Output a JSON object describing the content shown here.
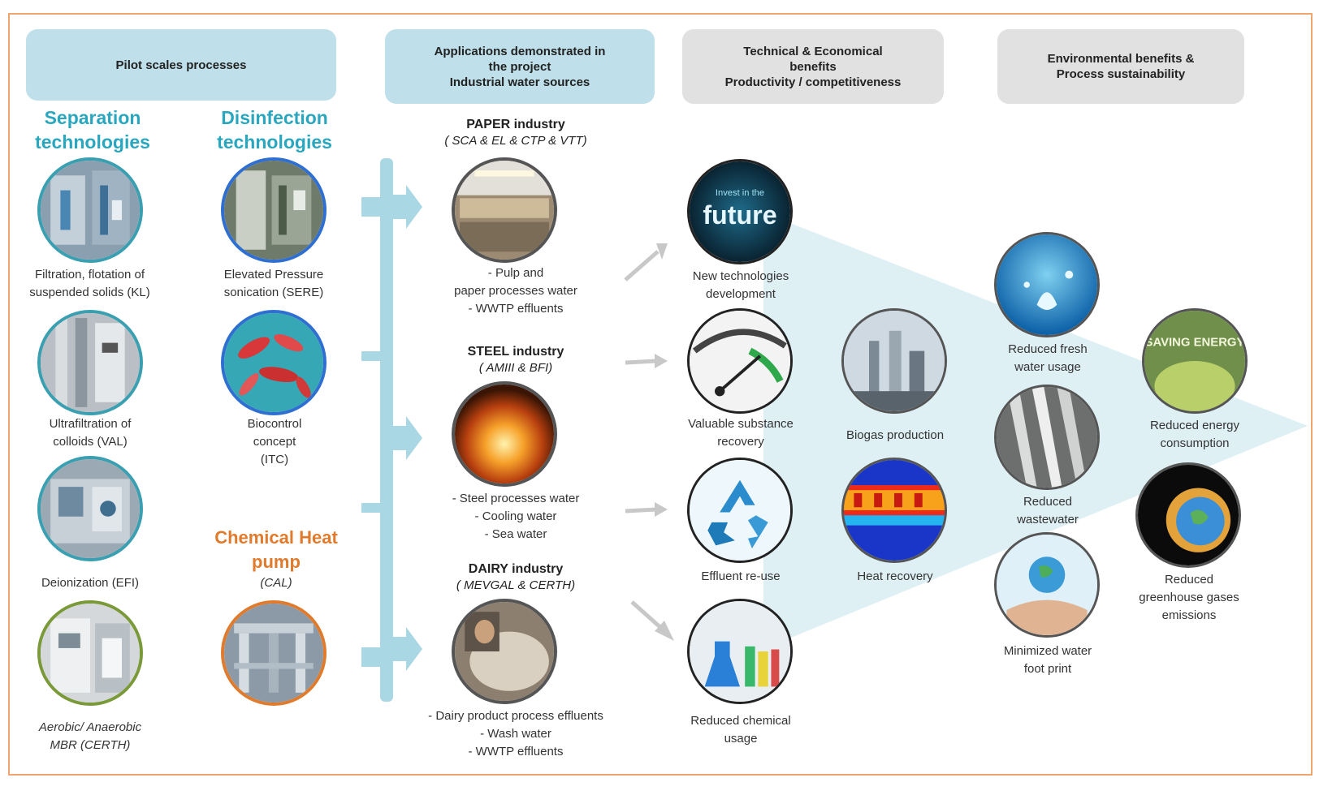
{
  "headers": {
    "pilot": "Pilot scales processes",
    "applications": [
      "Applications demonstrated in",
      "the project",
      "Industrial water sources"
    ],
    "technical": [
      "Technical & Economical",
      "benefits",
      "Productivity / competitiveness"
    ],
    "environmental": [
      "Environmental benefits &",
      "Process sustainability"
    ]
  },
  "columns": {
    "separation": [
      "Separation",
      "technologies"
    ],
    "disinfection": [
      "Disinfection",
      "technologies"
    ],
    "heat_pump": [
      "Chemical Heat",
      "pump"
    ],
    "heat_pump_partner": "(CAL)"
  },
  "separation_items": [
    {
      "label": [
        "Filtration, flotation of",
        "suspended solids (KL)"
      ],
      "icon": "filtration-plant-photo"
    },
    {
      "label": [
        "Ultrafiltration of",
        "colloids (VAL)"
      ],
      "icon": "ultrafiltration-unit-photo"
    },
    {
      "label": [
        "Deionization (EFI)"
      ],
      "icon": "deionization-unit-photo"
    },
    {
      "label": [
        "Aerobic/ Anaerobic",
        "MBR (CERTH)"
      ],
      "icon": "mbr-unit-photo"
    }
  ],
  "disinfection_items": [
    {
      "label": [
        "Elevated Pressure",
        "sonication (SERE)"
      ],
      "icon": "sonication-unit-photo"
    },
    {
      "label": [
        "Biocontrol",
        "concept",
        "(ITC)"
      ],
      "icon": "bacteria-photo"
    },
    {
      "label": [],
      "icon": "heat-pump-unit-photo"
    }
  ],
  "industries": [
    {
      "name": "PAPER industry",
      "partners": "( SCA & EL & CTP & VTT)",
      "bullets": [
        "- Pulp and",
        "paper processes water",
        "- WWTP effluents"
      ],
      "icon": "paper-mill-photo"
    },
    {
      "name": "STEEL industry",
      "partners": "( AMIII & BFI)",
      "bullets": [
        "- Steel processes water",
        "- Cooling water",
        "- Sea water"
      ],
      "icon": "steel-furnace-photo"
    },
    {
      "name": "DAIRY industry",
      "partners": "( MEVGAL & CERTH)",
      "bullets": [
        "- Dairy product process effluents",
        "- Wash water",
        "- WWTP effluents"
      ],
      "icon": "dairy-processing-photo"
    }
  ],
  "technical_benefits": [
    {
      "label": [
        "New technologies",
        "development"
      ],
      "icon": "future-photo",
      "text": "future",
      "small": "Invest in the"
    },
    {
      "label": [
        "Valuable substance",
        "recovery"
      ],
      "icon": "gauge-photo"
    },
    {
      "label": [
        "Effluent re-use"
      ],
      "icon": "recycle-photo"
    },
    {
      "label": [
        "Reduced chemical",
        "usage"
      ],
      "icon": "chemicals-photo"
    }
  ],
  "middle_benefits": [
    {
      "label": [
        "Biogas production"
      ],
      "icon": "biogas-plant-photo"
    },
    {
      "label": [
        "Heat recovery"
      ],
      "icon": "thermal-image-photo"
    }
  ],
  "env_benefits_water": [
    {
      "label": [
        "Reduced fresh",
        "water usage"
      ],
      "icon": "water-splash-photo"
    },
    {
      "label": [
        "Reduced",
        "wastewater"
      ],
      "icon": "wastewater-photo"
    },
    {
      "label": [
        "Minimized water",
        "foot print"
      ],
      "icon": "hands-globe-photo"
    }
  ],
  "env_benefits_energy": [
    {
      "label": [
        "Reduced energy",
        "consumption"
      ],
      "icon": "saving-energy-photo",
      "text": "SAVING ENERGY"
    },
    {
      "label": [
        "Reduced",
        "greenhouse gases",
        "emissions"
      ],
      "icon": "earth-photo"
    }
  ],
  "colors": {
    "frame": "#f0a56e",
    "header_blue": "#bfe0ea",
    "header_grey": "#e1e1e1",
    "cyan_text": "#2aa7be",
    "orange_text": "#e07a2c",
    "flow_bar": "#a9d8e4",
    "funnel": "#d9edf3"
  }
}
